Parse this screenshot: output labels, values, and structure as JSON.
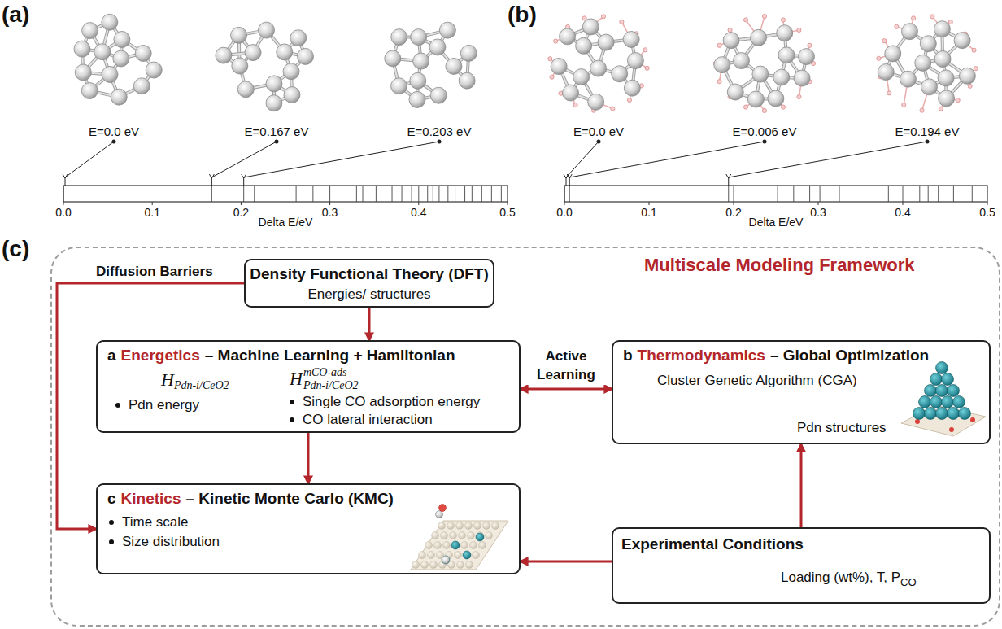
{
  "diagram": {
    "nodes": [
      {
        "text": [
          "Multiscale Modeling Framework"
        ]
      },
      {
        "text": [
          "Density Functional Theory (DFT)",
          "Energies/ structures"
        ],
        "in": 0
      },
      {
        "text": [
          "a",
          "Energetics",
          "– Machine Learning + Hamiltonian",
          "H",
          "Pdn-i/CeO2",
          "Pdn energy",
          "H",
          "mCO-ads",
          "Pdn-i/CeO2",
          "Single CO adsorption energy",
          "CO lateral interaction"
        ],
        "in": 0
      },
      {
        "text": [
          "b",
          "Thermodynamics",
          "– Global Optimization",
          "Cluster Genetic Algorithm (CGA)",
          "Pdn structures"
        ],
        "in": 0
      },
      {
        "text": [
          "c",
          "Kinetics",
          "– Kinetic Monte Carlo (KMC)",
          "Time scale",
          "Size distribution"
        ],
        "in": 0
      },
      {
        "text": [
          "Experimental Conditions",
          "Loading (wt%), T, P",
          "CO"
        ],
        "in": 0
      }
    ],
    "edges": [
      {
        "from": 1,
        "to": 2,
        "arrow": "to"
      },
      {
        "from": 2,
        "to": 3,
        "arrow": "both",
        "label": "Active Learning"
      },
      {
        "from": 2,
        "to": 4,
        "arrow": "to"
      },
      {
        "from": 1,
        "to": 4,
        "arrow": "to",
        "label": "Diffusion Barriers"
      },
      {
        "from": 5,
        "to": 4,
        "arrow": "to"
      },
      {
        "from": 5,
        "to": 3,
        "arrow": "to"
      }
    ],
    "labels": [
      "(a)",
      "(b)",
      "(c)",
      "E=0.0 eV",
      "E=0.167 eV",
      "E=0.203 eV",
      "0.0",
      "0.1",
      "0.2",
      "0.3",
      "0.4",
      "0.5",
      "Delta E/eV",
      "E=0.0 eV",
      "E=0.006 eV",
      "E=0.194 eV",
      "0.0",
      "0.1",
      "0.2",
      "0.3",
      "0.4",
      "0.5",
      "Delta E/eV"
    ]
  }
}
